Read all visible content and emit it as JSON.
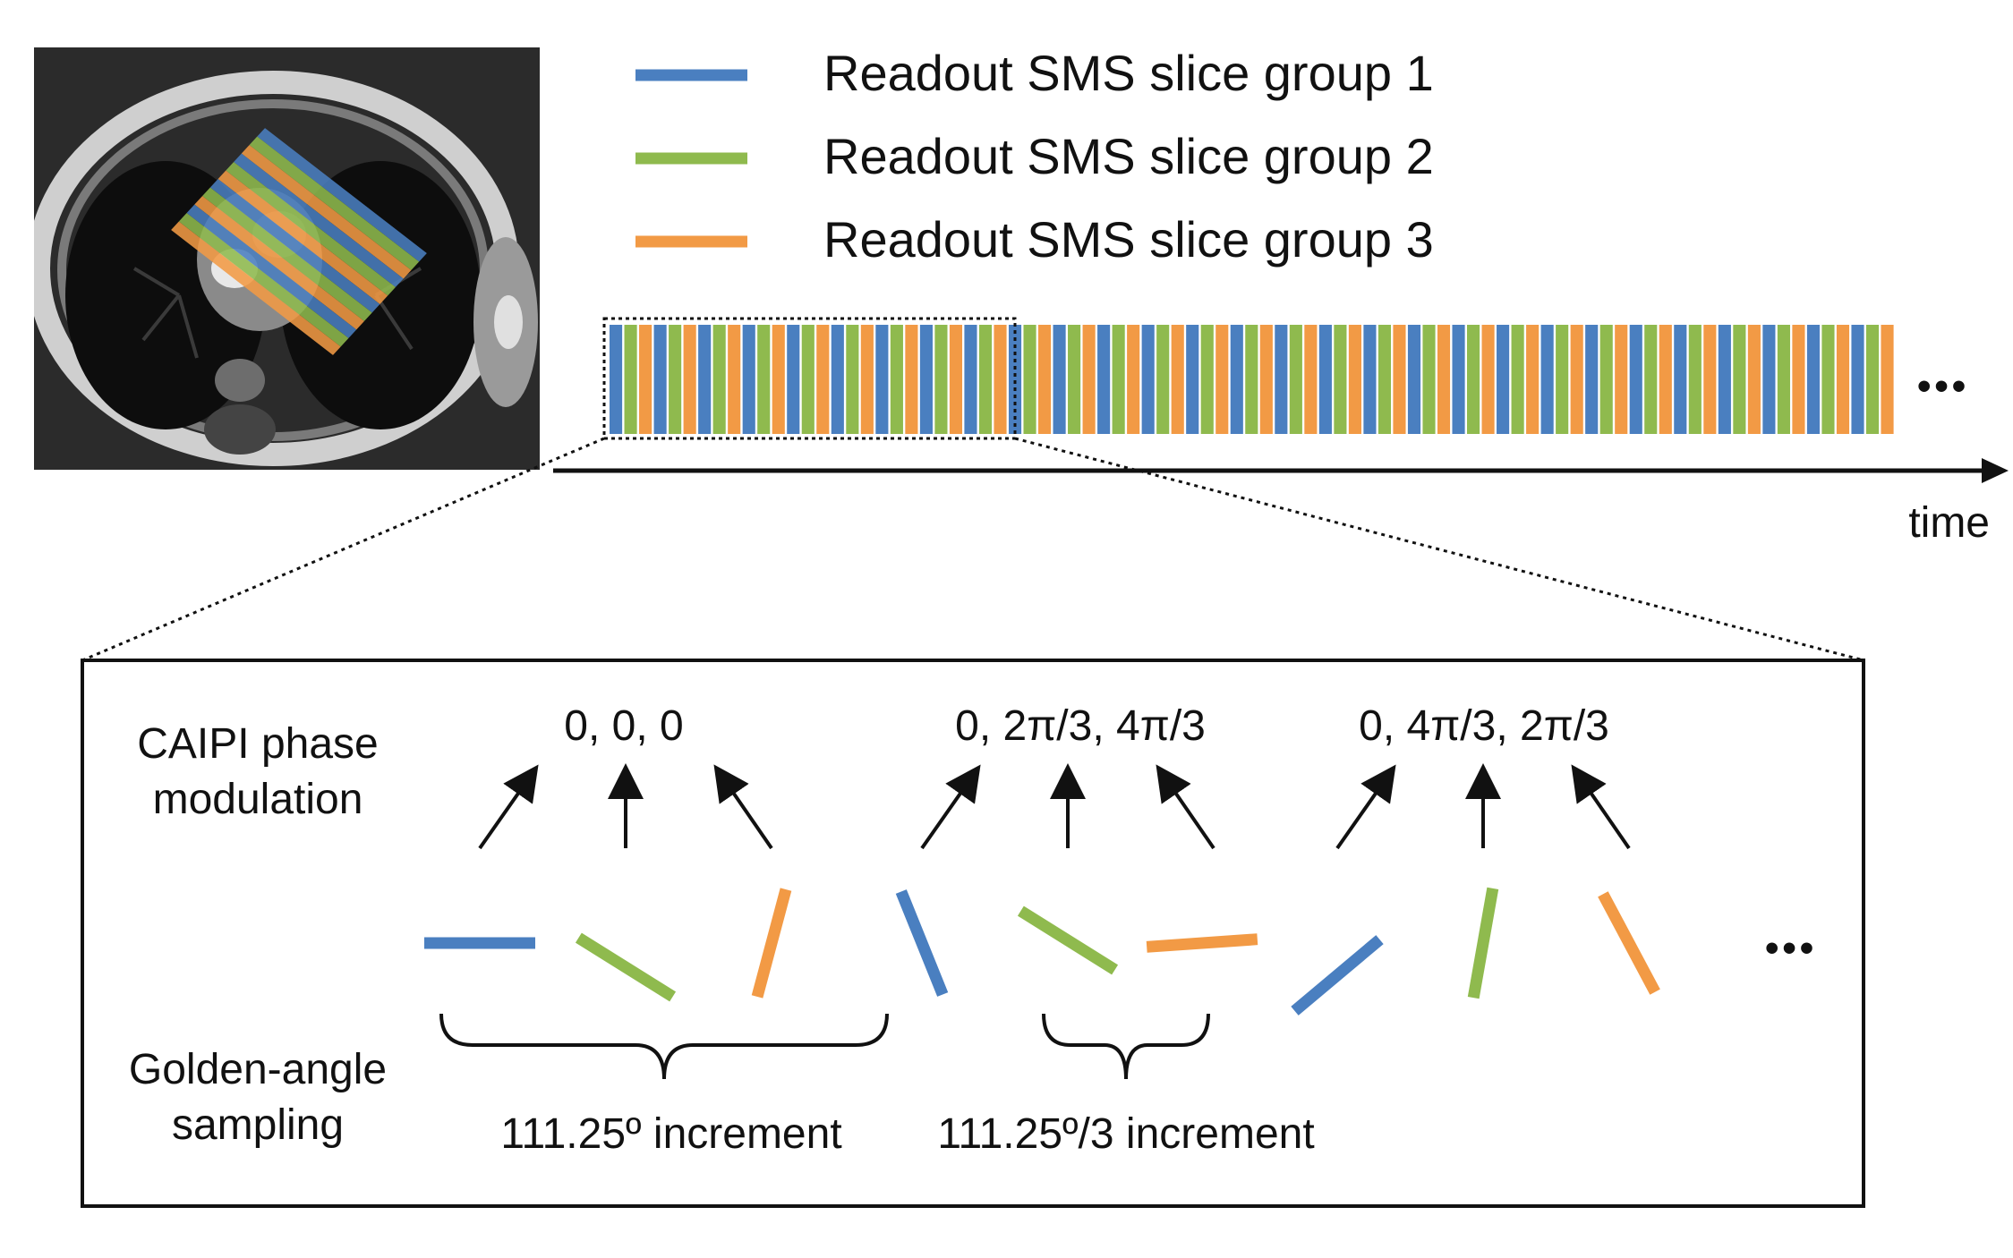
{
  "colors": {
    "group1": "#4a7fc0",
    "group2": "#8fba4e",
    "group3": "#f29a45",
    "line": "#111111",
    "mri_bg": "#2a2a2a"
  },
  "legend": [
    {
      "label": "Readout SMS slice group 1",
      "color_key": "group1"
    },
    {
      "label": "Readout SMS slice group 2",
      "color_key": "group2"
    },
    {
      "label": "Readout SMS slice group 3",
      "color_key": "group3"
    }
  ],
  "timeline": {
    "stripe_count": 87,
    "stripe_order": [
      "group1",
      "group2",
      "group3"
    ],
    "ellipsis": "•••",
    "axis_label": "time"
  },
  "mri_image": {
    "description_icon": "cardiac-mri-axial-slice"
  },
  "detail": {
    "caipi_label_line1": "CAIPI phase",
    "caipi_label_line2": "modulation",
    "phase_sets": [
      "0, 0, 0",
      "0, 2π/3, 4π/3",
      "0, 4π/3, 2π/3"
    ],
    "golden_label_line1": "Golden-angle",
    "golden_label_line2": "sampling",
    "increment_1": "111.25º increment",
    "increment_2": "111.25º/3 increment",
    "ellipsis": "•••",
    "spokes": [
      {
        "group": "group1",
        "angle_deg": 0
      },
      {
        "group": "group2",
        "angle_deg": 148
      },
      {
        "group": "group3",
        "angle_deg": 75
      },
      {
        "group": "group1",
        "angle_deg": 112
      },
      {
        "group": "group2",
        "angle_deg": 148
      },
      {
        "group": "group3",
        "angle_deg": 4
      },
      {
        "group": "group1",
        "angle_deg": 40
      },
      {
        "group": "group2",
        "angle_deg": 80
      },
      {
        "group": "group3",
        "angle_deg": 118
      }
    ]
  }
}
